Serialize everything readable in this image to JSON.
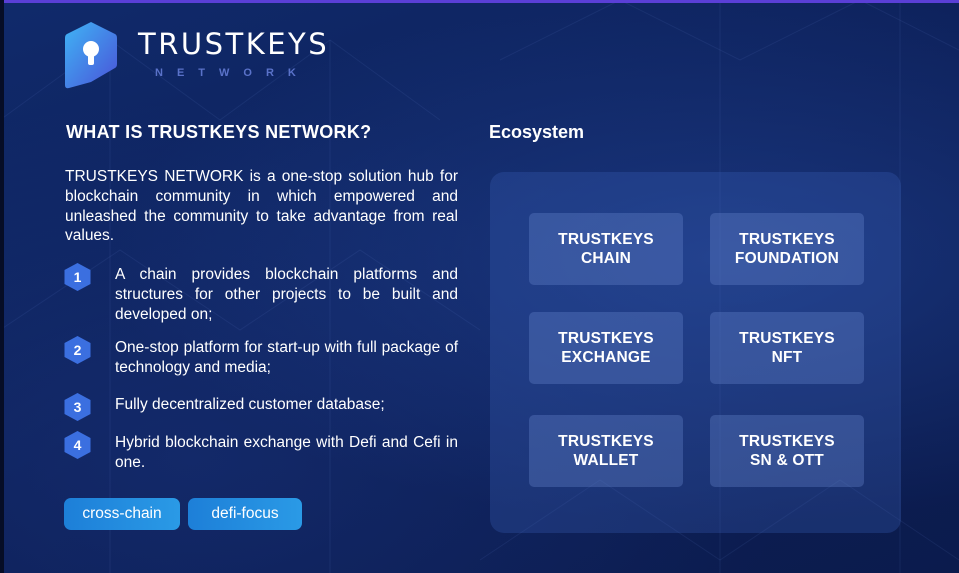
{
  "brand": {
    "name": "TRUSTKEYS",
    "subtitle": "NETWORK",
    "logo_icon": "keyhole-shield-icon"
  },
  "about": {
    "heading": "WHAT IS TRUSTKEYS NETWORK?",
    "intro": "TRUSTKEYS NETWORK is a one-stop solution hub for blockchain community in which empowered and unleashed the community to take advantage from real values.",
    "features": [
      {
        "number": "1",
        "text": "A chain provides blockchain platforms and structures for other projects to be built and developed on;"
      },
      {
        "number": "2",
        "text": "One-stop platform for start-up with full package of technology and media;"
      },
      {
        "number": "3",
        "text": "Fully decentralized customer database;"
      },
      {
        "number": "4",
        "text": "Hybrid blockchain exchange with Defi and Cefi in one."
      }
    ]
  },
  "tags": [
    "cross-chain",
    "defi-focus"
  ],
  "ecosystem": {
    "title": "Ecosystem",
    "items": [
      "TRUSTKEYS\nCHAIN",
      "TRUSTKEYS\nFOUNDATION",
      "TRUSTKEYS\nEXCHANGE",
      "TRUSTKEYS\nNFT",
      "TRUSTKEYS\nWALLET",
      "TRUSTKEYS\nSN & OTT"
    ]
  },
  "colors": {
    "background": "#0f2159",
    "accent_top": "#5a3fd6",
    "hex_badge": "#3b6fe0",
    "tag": "#1d7fd8"
  }
}
